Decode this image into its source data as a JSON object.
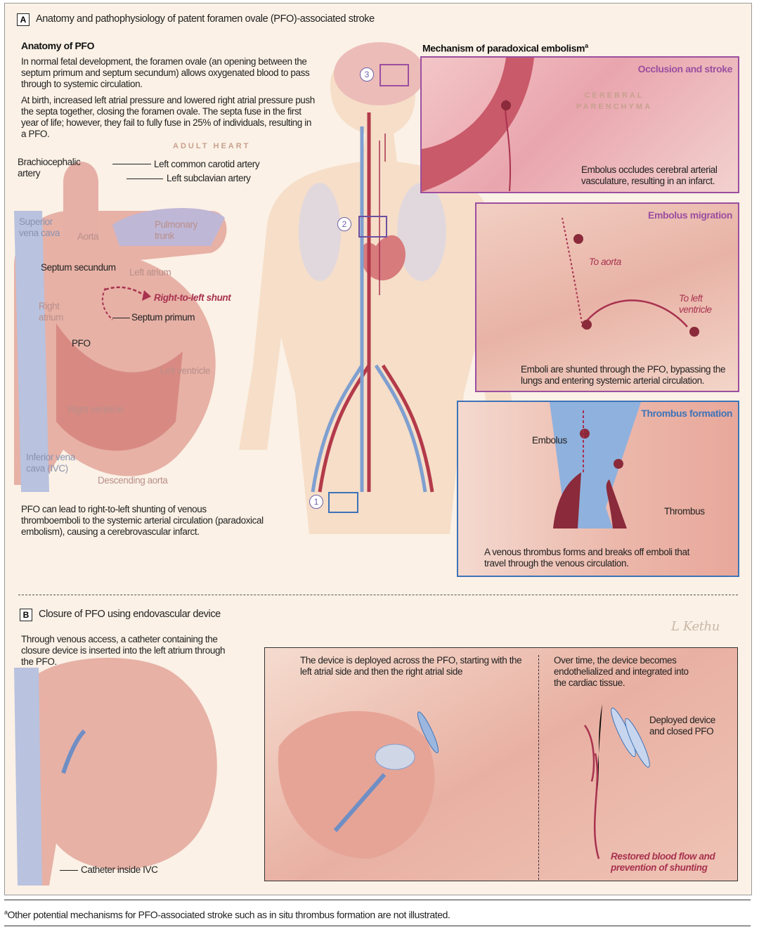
{
  "section_a": {
    "badge": "A",
    "title": "Anatomy and pathophysiology of patent foramen ovale (PFO)-associated stroke",
    "anatomy_heading": "Anatomy of PFO",
    "anatomy_p1": "In normal fetal development, the foramen ovale (an opening between the septum primum and septum secundum) allows oxygenated blood to pass through to systemic circulation.",
    "anatomy_p2": "At birth, increased left atrial pressure and lowered right atrial pressure push the septa together, closing the foramen ovale. The septa fuse in the first year of life; however, they fail to fully fuse in 25% of individuals, resulting in a PFO.",
    "heart_labels": {
      "adult_heart": "ADULT HEART",
      "brachiocephalic": "Brachiocephalic\nartery",
      "left_common_carotid": "Left common carotid artery",
      "left_subclavian": "Left subclavian artery",
      "superior_vena_cava": "Superior\nvena cava",
      "aorta": "Aorta",
      "pulmonary_trunk": "Pulmonary\ntrunk",
      "septum_secundum": "Septum secundum",
      "left_atrium": "Left atrium",
      "right_to_left_shunt": "Right-to-left shunt",
      "right_atrium": "Right\natrium",
      "septum_primum": "Septum primum",
      "pfo": "PFO",
      "left_ventricle": "Left ventricle",
      "right_ventricle": "Right ventricle",
      "inferior_vena_cava": "Inferior vena\ncava (IVC)",
      "descending_aorta": "Descending aorta"
    },
    "anatomy_caption": "PFO can lead to right-to-left shunting of venous thromboemboli to the systemic arterial circulation (paradoxical embolism), causing a cerebrovascular infarct.",
    "mechanism_heading": "Mechanism of paradoxical embolism",
    "mechanism_superscript": "a",
    "markers": [
      "1",
      "2",
      "3"
    ],
    "insets": [
      {
        "title": "Occlusion and stroke",
        "tissue_label": "CEREBRAL\nPARENCHYMA",
        "caption": "Embolus occludes cerebral arterial vasculature, resulting in an infarct."
      },
      {
        "title": "Embolus migration",
        "label_aorta": "To aorta",
        "label_lv": "To left\nventricle",
        "caption": "Emboli are shunted through the PFO, bypassing the lungs and entering systemic arterial circulation."
      },
      {
        "title": "Thrombus formation",
        "label_embolus": "Embolus",
        "label_thrombus": "Thrombus",
        "caption": "A venous thrombus forms and breaks off emboli that travel through the venous circulation."
      }
    ]
  },
  "section_b": {
    "badge": "B",
    "title": "Closure of PFO using endovascular device",
    "intro": "Through venous access,  a catheter containing the closure device is inserted into the left atrium through the PFO.",
    "catheter_label": "Catheter inside IVC",
    "step1": "The device is deployed across the PFO, starting with the left atrial side and then the right atrial side",
    "step2": "Over time, the device becomes endothelialized and integrated into the cardiac tissue.",
    "deployed_label": "Deployed device\nand closed PFO",
    "restored_label": "Restored blood flow and\nprevention of shunting",
    "signature": "L Kethu"
  },
  "footnote": {
    "superscript": "a",
    "text": "Other potential mechanisms for PFO-associated stroke such as in situ thrombus formation are not illustrated."
  },
  "colors": {
    "purple_frame": "#9b4fa0",
    "blue_frame": "#3d73b8",
    "artery": "#b33a4a",
    "vein": "#7f9fd0",
    "skin": "#f5dcc4"
  }
}
